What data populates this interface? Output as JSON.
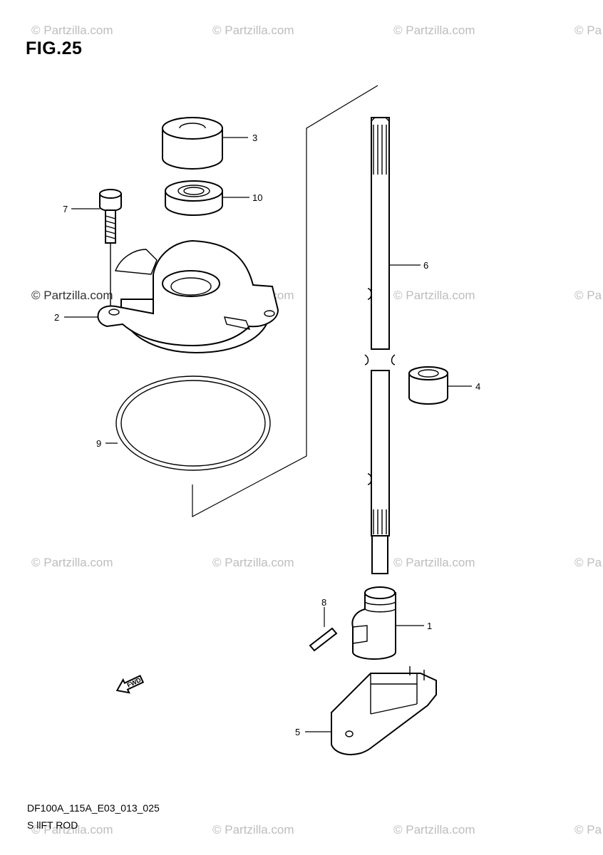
{
  "figure": {
    "title": "FIG.25",
    "drawing_code": "DF100A_115A_E03_013_025",
    "section_name": "S llFT ROD"
  },
  "watermark": {
    "text": "© Partzilla.com",
    "partial_text": "© Pa"
  },
  "direction_marker": {
    "label": "FWD",
    "icon": "fwd-arrow-icon"
  },
  "callouts": {
    "c1": "1",
    "c2": "2",
    "c3": "3",
    "c4": "4",
    "c5": "5",
    "c6": "6",
    "c7": "7",
    "c8": "8",
    "c9": "9",
    "c10": "10"
  }
}
